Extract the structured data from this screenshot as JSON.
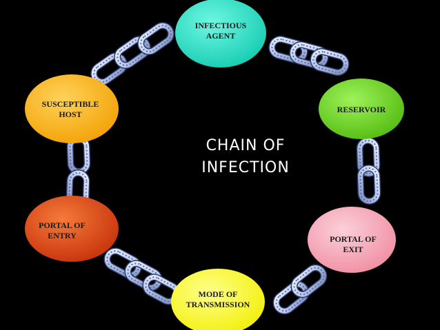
{
  "title": "CHAIN OF INFECTION",
  "title_lines": [
    "CHAIN OF",
    "INFECTION"
  ],
  "nodes": [
    {
      "label_lines": [
        "INFECTIOUS",
        "AGENT"
      ],
      "color": "#19e6c8"
    },
    {
      "label_lines": [
        "RESERVOIR"
      ],
      "color": "#6ad21a"
    },
    {
      "label_lines": [
        "PORTAL OF",
        "EXIT"
      ],
      "color": "#f7a6b4"
    },
    {
      "label_lines": [
        "MODE OF",
        "TRANSMISSION"
      ],
      "color": "#ffff1e"
    },
    {
      "label_lines": [
        "PORTAL OF",
        "ENTRY"
      ],
      "color": "#e0420f"
    },
    {
      "label_lines": [
        "SUSCEPTIBLE",
        "HOST"
      ],
      "color": "#ffb400"
    }
  ],
  "connector_color": "#b9c9ef",
  "background_color": "#000000"
}
